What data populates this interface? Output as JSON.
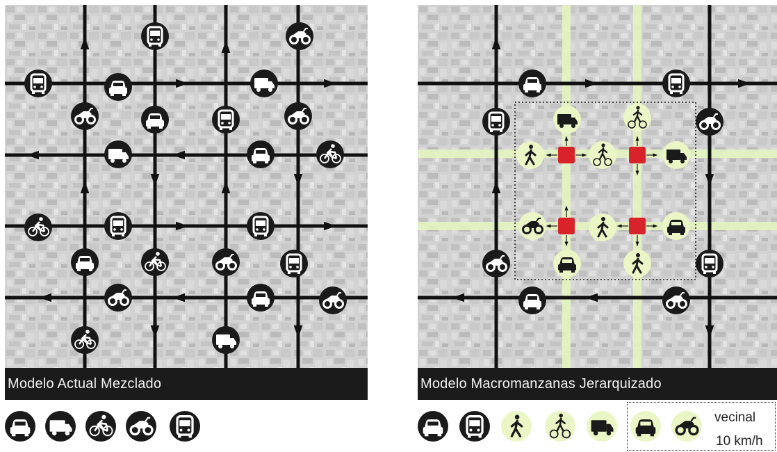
{
  "diagrams": {
    "left": {
      "caption": "Modelo Actual Mezclado"
    },
    "right": {
      "caption": "Modelo Macromanzanas Jerarquizado"
    }
  },
  "legend_left": {
    "icons": [
      "car-icon",
      "van-icon",
      "bicycle-icon",
      "motorcycle-icon",
      "bus-icon"
    ]
  },
  "legend_right": {
    "icons": [
      "car-icon",
      "bus-icon",
      "pedestrian-icon",
      "pedestrian-bicycle-icon",
      "van-icon",
      "car-icon",
      "motorcycle-icon"
    ],
    "vecinal_label": "vecinal",
    "speed_label": "10 km/h"
  },
  "colors": {
    "road": "#111111",
    "icon_dark": "#1a1a1a",
    "icon_light": "#eaf6c6",
    "pedestrian_lane": "#e4f3c0",
    "intersection": "#d8232a"
  }
}
